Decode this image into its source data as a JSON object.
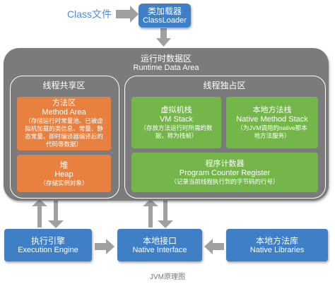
{
  "class_file": "Class文件",
  "class_loader": {
    "cn": "类加载器",
    "en": "ClassLoader"
  },
  "runtime": {
    "cn": "运行时数据区",
    "en": "Runtime Data Area"
  },
  "shared": {
    "title": "线程共享区"
  },
  "private": {
    "title": "线程独占区"
  },
  "method_area": {
    "cn": "方法区",
    "en": "Method Area",
    "desc1": "（存储运行时常量池、已被虚",
    "desc2": "拟机加载的类信息、常量、静",
    "desc3": "态常量、即时编译器编译后的",
    "desc4": "代码等数据）"
  },
  "heap": {
    "cn": "堆",
    "en": "Heap",
    "desc": "（存储实例对象）"
  },
  "vm_stack": {
    "cn": "虚拟机栈",
    "en": "VM Stack",
    "desc1": "（存放方法运行时所需的数",
    "desc2": "据，称为栈帧）"
  },
  "native_stack": {
    "cn": "本地方法栈",
    "en": "Native Method Stack",
    "desc1": "（为JVM调用的native那本",
    "desc2": "地方法服务）"
  },
  "pc_register": {
    "cn": "程序计数器",
    "en": "Program Counter Register",
    "desc": "（记录当前线程执行到的字节码的行号）"
  },
  "execution_engine": {
    "cn": "执行引擎",
    "en": "Execution Engine"
  },
  "native_interface": {
    "cn": "本地接口",
    "en": "Native Interface"
  },
  "native_libraries": {
    "cn": "本地方法库",
    "en": "Native Libraries"
  },
  "caption": "JVM原理图",
  "colors": {
    "blue": "#3f7fc6",
    "orange": "#e8803f",
    "green": "#74b64a",
    "gray": "#7b7b7b",
    "arrow": "#9a9a9a"
  }
}
